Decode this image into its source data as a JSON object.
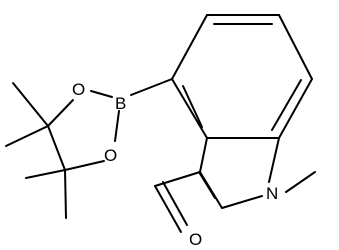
{
  "molecule": {
    "atoms": {
      "boron": "B",
      "ring_oxygen_upper": "O",
      "ring_oxygen_lower": "O",
      "aldehyde_oxygen": "O",
      "indole_nitrogen": "N"
    }
  },
  "colors": {
    "bond": "#000000",
    "label": "#000000",
    "background": "#ffffff"
  }
}
